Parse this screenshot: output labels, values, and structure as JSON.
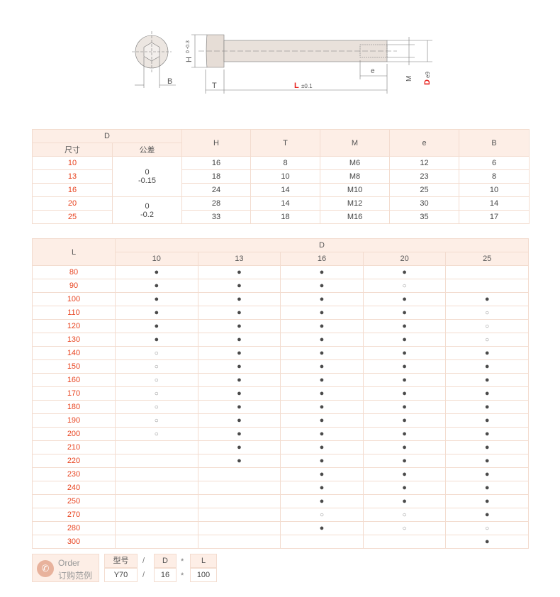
{
  "drawing": {
    "H_label": "H",
    "H_tol_upper": "0",
    "H_tol_lower": "-0.3",
    "B_label": "B",
    "T_label": "T",
    "L_label": "L",
    "L_tol": "±0.1",
    "e_label": "e",
    "M_label": "M",
    "D_label": "D",
    "D_tol": "e9"
  },
  "spec_table": {
    "headers": {
      "D": "D",
      "size": "尺寸",
      "tol": "公差",
      "H": "H",
      "T": "T",
      "M": "M",
      "e": "e",
      "B": "B"
    },
    "tol_groups": [
      [
        "0",
        "-0.15"
      ],
      [
        "0",
        "-0.2"
      ]
    ],
    "rows": [
      {
        "D": "10",
        "H": "16",
        "T": "8",
        "M": "M6",
        "e": "12",
        "B": "6"
      },
      {
        "D": "13",
        "H": "18",
        "T": "10",
        "M": "M8",
        "e": "23",
        "B": "8"
      },
      {
        "D": "16",
        "H": "24",
        "T": "14",
        "M": "M10",
        "e": "25",
        "B": "10"
      },
      {
        "D": "20",
        "H": "28",
        "T": "14",
        "M": "M12",
        "e": "30",
        "B": "14"
      },
      {
        "D": "25",
        "H": "33",
        "T": "18",
        "M": "M16",
        "e": "35",
        "B": "17"
      }
    ]
  },
  "length_table": {
    "L_header": "L",
    "D_header": "D",
    "D_values": [
      "10",
      "13",
      "16",
      "20",
      "25"
    ],
    "symbols": {
      "std": "●",
      "semi": "○"
    },
    "rows": [
      {
        "L": "80",
        "v": [
          "std",
          "std",
          "std",
          "std",
          ""
        ]
      },
      {
        "L": "90",
        "v": [
          "std",
          "std",
          "std",
          "semi",
          ""
        ]
      },
      {
        "L": "100",
        "v": [
          "std",
          "std",
          "std",
          "std",
          "std"
        ]
      },
      {
        "L": "110",
        "v": [
          "std",
          "std",
          "std",
          "std",
          "semi"
        ]
      },
      {
        "L": "120",
        "v": [
          "std",
          "std",
          "std",
          "std",
          "semi"
        ]
      },
      {
        "L": "130",
        "v": [
          "std",
          "std",
          "std",
          "std",
          "semi"
        ]
      },
      {
        "L": "140",
        "v": [
          "semi",
          "std",
          "std",
          "std",
          "std"
        ]
      },
      {
        "L": "150",
        "v": [
          "semi",
          "std",
          "std",
          "std",
          "std"
        ]
      },
      {
        "L": "160",
        "v": [
          "semi",
          "std",
          "std",
          "std",
          "std"
        ]
      },
      {
        "L": "170",
        "v": [
          "semi",
          "std",
          "std",
          "std",
          "std"
        ]
      },
      {
        "L": "180",
        "v": [
          "semi",
          "std",
          "std",
          "std",
          "std"
        ]
      },
      {
        "L": "190",
        "v": [
          "semi",
          "std",
          "std",
          "std",
          "std"
        ]
      },
      {
        "L": "200",
        "v": [
          "semi",
          "std",
          "std",
          "std",
          "std"
        ]
      },
      {
        "L": "210",
        "v": [
          "",
          "std",
          "std",
          "std",
          "std"
        ]
      },
      {
        "L": "220",
        "v": [
          "",
          "std",
          "std",
          "std",
          "std"
        ]
      },
      {
        "L": "230",
        "v": [
          "",
          "",
          "std",
          "std",
          "std"
        ]
      },
      {
        "L": "240",
        "v": [
          "",
          "",
          "std",
          "std",
          "std"
        ]
      },
      {
        "L": "250",
        "v": [
          "",
          "",
          "std",
          "std",
          "std"
        ]
      },
      {
        "L": "270",
        "v": [
          "",
          "",
          "semi",
          "semi",
          "std"
        ]
      },
      {
        "L": "280",
        "v": [
          "",
          "",
          "std",
          "semi",
          "semi"
        ]
      },
      {
        "L": "300",
        "v": [
          "",
          "",
          "",
          "",
          "std"
        ]
      }
    ]
  },
  "order": {
    "title_en": "Order",
    "title_cn": "订购范例",
    "headers": [
      "型号",
      "D",
      "L"
    ],
    "values": [
      "Y70",
      "16",
      "100"
    ],
    "sep1": "/",
    "sep2": "*"
  }
}
